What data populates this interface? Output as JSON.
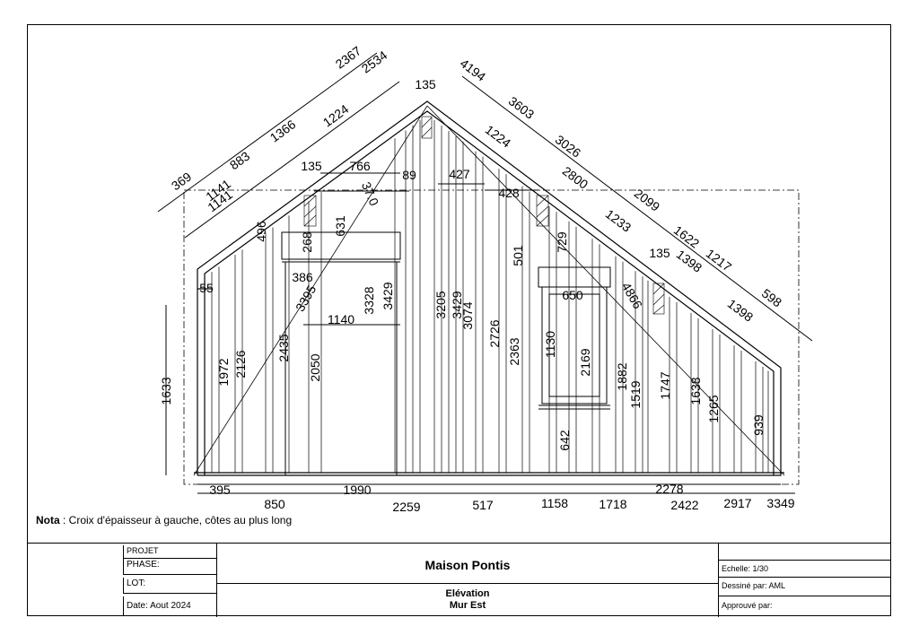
{
  "drawing": {
    "top_dims": [
      "369",
      "1141",
      "883",
      "1141",
      "1366",
      "2367",
      "2534",
      "1224",
      "135",
      "766",
      "89",
      "135",
      "427",
      "428",
      "4194",
      "3603",
      "1224",
      "3026",
      "2800",
      "2099",
      "1233",
      "1622",
      "1398",
      "1217",
      "135",
      "598",
      "1398"
    ],
    "inner_dims": [
      "496",
      "631",
      "268",
      "37.0",
      "501",
      "729",
      "386",
      "3395",
      "1140",
      "3328",
      "3429",
      "3205",
      "3429",
      "3074",
      "650",
      "4866",
      "55",
      "1972",
      "2126",
      "2435",
      "2050",
      "2726",
      "2363",
      "1130",
      "2169",
      "1882",
      "1519",
      "1747",
      "1638",
      "1265",
      "939",
      "642",
      "1633"
    ],
    "bottom_dims": [
      "395",
      "1990",
      "2278",
      "850",
      "2259",
      "517",
      "1158",
      "1718",
      "2422",
      "2917",
      "3349"
    ]
  },
  "nota": {
    "label": "Nota",
    "text": " : Croix d'épaisseur à gauche, côtes au plus long"
  },
  "cartouche": {
    "projet": "PROJET",
    "phase": "PHASE:",
    "lot": "LOT:",
    "date": "Date: Aout 2024",
    "title": "Maison Pontis",
    "view1": "Elévation",
    "view2": "Mur Est",
    "echelle": "Echelle: 1/30",
    "dessine": "Dessiné par:  AML",
    "approuve": "Approuvé par:"
  }
}
